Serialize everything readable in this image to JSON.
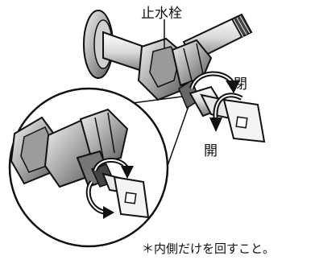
{
  "labels": {
    "valve_name": "止水栓",
    "close": "閉",
    "open": "開",
    "note": "＊内側だけを回すこと。"
  },
  "colors": {
    "line": "#111111",
    "shade": "#8a8a8a",
    "light_shade": "#bdbdbd",
    "background": "#ffffff"
  }
}
